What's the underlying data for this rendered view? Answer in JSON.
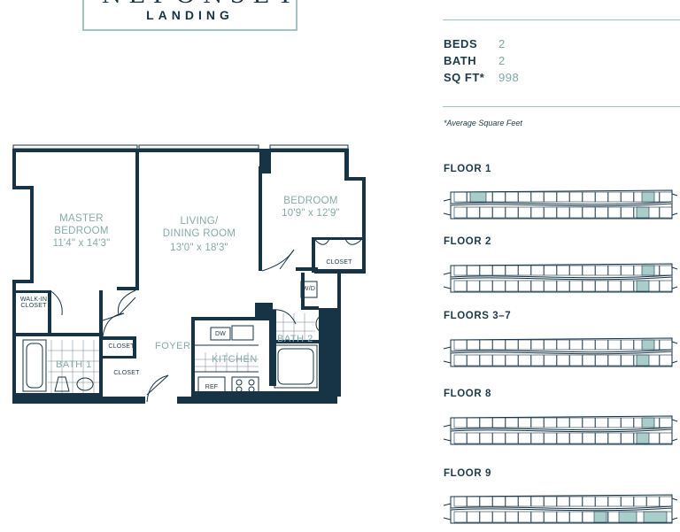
{
  "brand": {
    "name": "NEPONSET",
    "sub": "LANDING"
  },
  "specs": {
    "beds_label": "BEDS",
    "beds_value": "2",
    "bath_label": "BATH",
    "bath_value": "2",
    "sqft_label": "SQ FT*",
    "sqft_value": "998"
  },
  "footnote": "*Average Square Feet",
  "floors": [
    "FLOOR 1",
    "FLOOR 2",
    "FLOORS 3–7",
    "FLOOR 8",
    "FLOOR 9"
  ],
  "rooms": {
    "master": {
      "name_line1": "MASTER",
      "name_line2": "BEDROOM",
      "dims": "11'4\" x 14'3\""
    },
    "living": {
      "name_line1": "LIVING/",
      "name_line2": "DINING ROOM",
      "dims": "13'0\" x 18'3\""
    },
    "bedroom": {
      "name": "BEDROOM",
      "dims": "10'9\" x 12'9\""
    },
    "foyer": "FOYER",
    "kitchen": "KITCHEN",
    "bath1": "BATH 1",
    "bath2": "BATH 2",
    "walkin_line1": "WALK-IN",
    "walkin_line2": "CLOSET",
    "closet": "CLOSET",
    "dw": "DW",
    "ref": "REF",
    "wd": "W/D"
  },
  "colors": {
    "wall": "#173446",
    "accent": "#9fc4c2",
    "room_text": "#86aaa9",
    "highlight": "#a9cdca"
  }
}
